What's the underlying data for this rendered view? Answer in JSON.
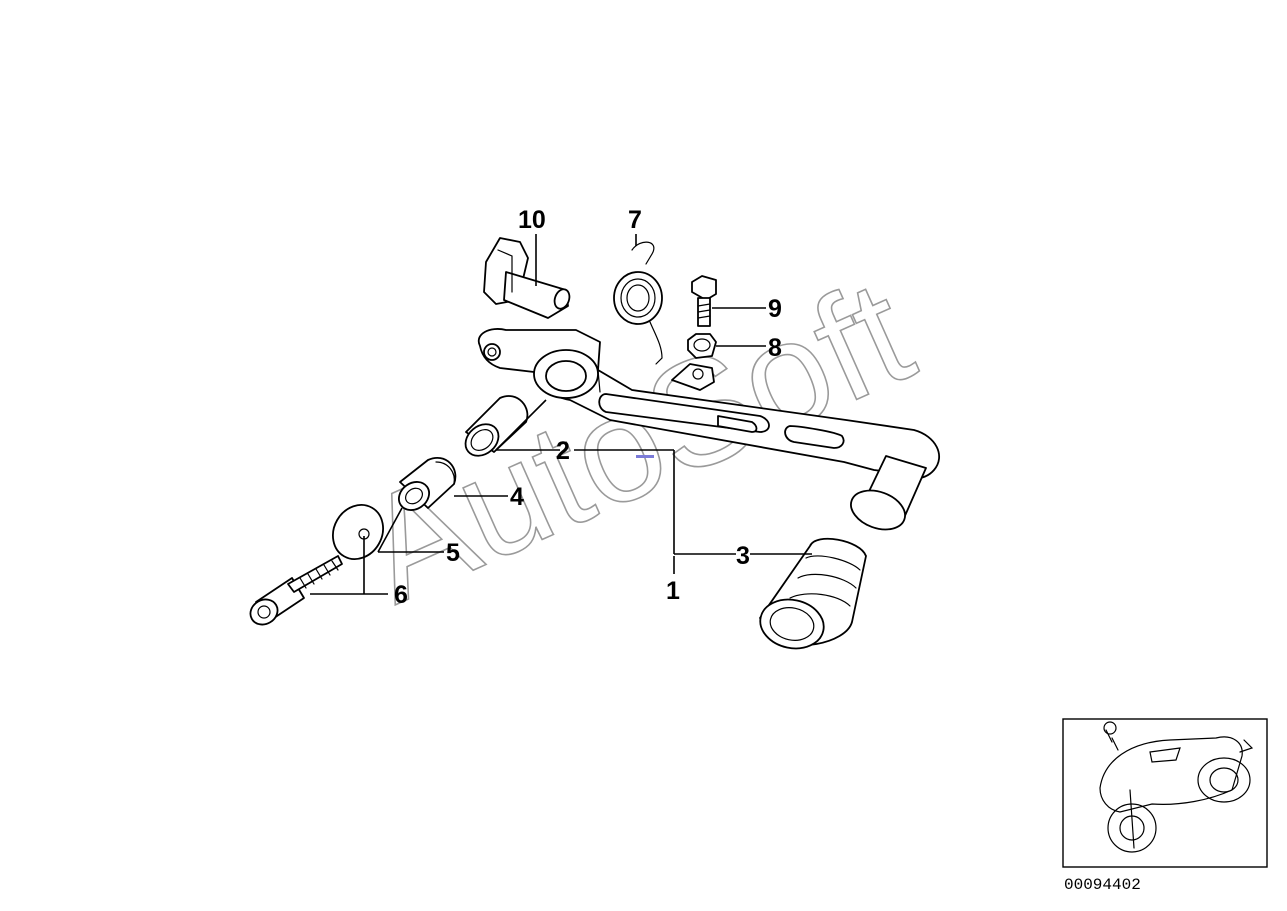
{
  "callouts": [
    {
      "id": "1",
      "label": "1"
    },
    {
      "id": "2",
      "label": "2"
    },
    {
      "id": "3",
      "label": "3"
    },
    {
      "id": "4",
      "label": "4"
    },
    {
      "id": "5",
      "label": "5"
    },
    {
      "id": "6",
      "label": "6"
    },
    {
      "id": "7",
      "label": "7"
    },
    {
      "id": "8",
      "label": "8"
    },
    {
      "id": "9",
      "label": "9"
    },
    {
      "id": "10",
      "label": "10"
    }
  ],
  "watermark": {
    "text": "AutoSoft",
    "color": "#9a9a9a"
  },
  "diagram_number": "00094402",
  "colors": {
    "line": "#000000",
    "background": "#ffffff",
    "marker": "#7b7bd8"
  }
}
